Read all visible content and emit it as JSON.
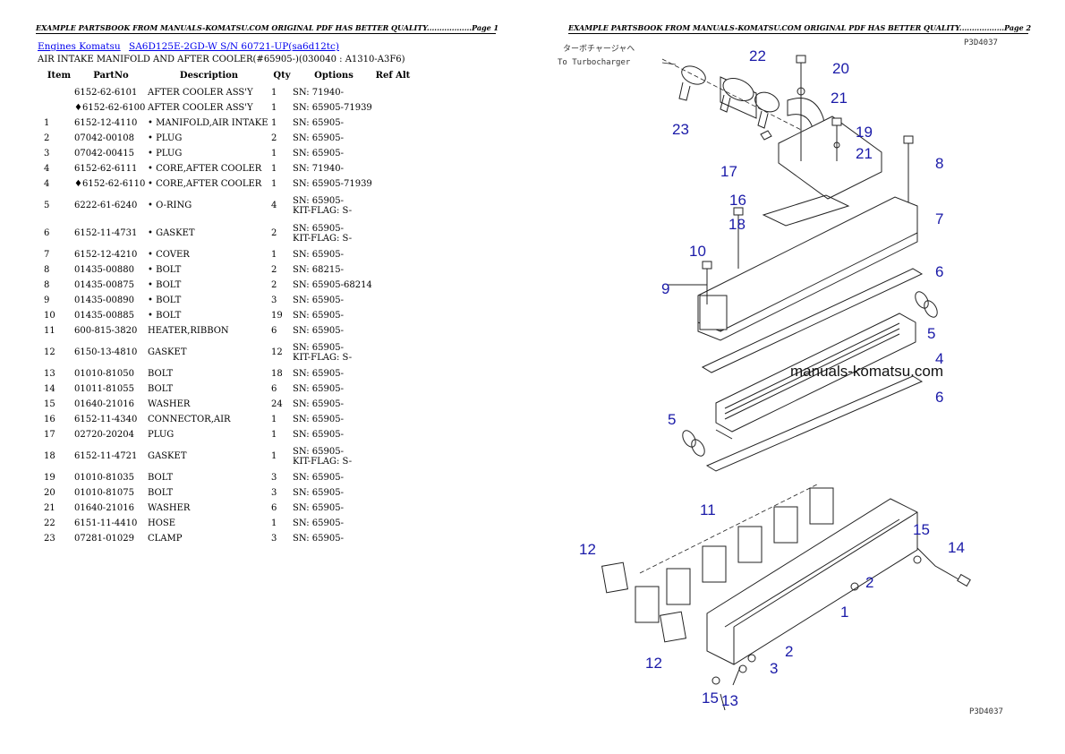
{
  "page1": {
    "header": "EXAMPLE PARTSBOOK FROM MANUALS-KOMATSU.COM ORIGINAL PDF HAS BETTER QUALITY..................Page 1",
    "breadcrumb": [
      "Engines Komatsu",
      "SA6D125E-2GD-W S/N 60721-UP(sa6d12tc)"
    ],
    "subtitle": "AIR INTAKE MANIFOLD AND AFTER COOLER(#65905-)(030040 : A1310-A3F6)",
    "columns": [
      "Item",
      "PartNo",
      "Description",
      "Qty",
      "Options",
      "Ref Alt"
    ],
    "rows": [
      {
        "item": "",
        "part": "6152-62-6101",
        "desc": "AFTER COOLER ASS'Y",
        "qty": "1",
        "opt": "SN: 71940-",
        "opt2": "",
        "ref": ""
      },
      {
        "item": "",
        "part": "♦6152-62-6100",
        "desc": "AFTER COOLER ASS'Y",
        "qty": "1",
        "opt": "SN: 65905-71939",
        "opt2": "",
        "ref": ""
      },
      {
        "item": "1",
        "part": "6152-12-4110",
        "desc": "• MANIFOLD,AIR INTAKE",
        "qty": "1",
        "opt": "SN: 65905-",
        "opt2": "",
        "ref": ""
      },
      {
        "item": "2",
        "part": "07042-00108",
        "desc": "• PLUG",
        "qty": "2",
        "opt": "SN: 65905-",
        "opt2": "",
        "ref": ""
      },
      {
        "item": "3",
        "part": "07042-00415",
        "desc": "• PLUG",
        "qty": "1",
        "opt": "SN: 65905-",
        "opt2": "",
        "ref": ""
      },
      {
        "item": "4",
        "part": "6152-62-6111",
        "desc": "• CORE,AFTER COOLER",
        "qty": "1",
        "opt": "SN: 71940-",
        "opt2": "",
        "ref": ""
      },
      {
        "item": "4",
        "part": "♦6152-62-6110",
        "desc": "• CORE,AFTER COOLER",
        "qty": "1",
        "opt": "SN: 65905-71939",
        "opt2": "",
        "ref": ""
      },
      {
        "item": "5",
        "part": "6222-61-6240",
        "desc": "• O-RING",
        "qty": "4",
        "opt": "SN: 65905-",
        "opt2": "KIT-FLAG: S-",
        "ref": ""
      },
      {
        "item": "6",
        "part": "6152-11-4731",
        "desc": "• GASKET",
        "qty": "2",
        "opt": "SN: 65905-",
        "opt2": "KIT-FLAG: S-",
        "ref": ""
      },
      {
        "item": "7",
        "part": "6152-12-4210",
        "desc": "• COVER",
        "qty": "1",
        "opt": "SN: 65905-",
        "opt2": "",
        "ref": ""
      },
      {
        "item": "8",
        "part": "01435-00880",
        "desc": "• BOLT",
        "qty": "2",
        "opt": "SN: 68215-",
        "opt2": "",
        "ref": ""
      },
      {
        "item": "8",
        "part": "01435-00875",
        "desc": "• BOLT",
        "qty": "2",
        "opt": "SN: 65905-68214",
        "opt2": "",
        "ref": ""
      },
      {
        "item": "9",
        "part": "01435-00890",
        "desc": "• BOLT",
        "qty": "3",
        "opt": "SN: 65905-",
        "opt2": "",
        "ref": ""
      },
      {
        "item": "10",
        "part": "01435-00885",
        "desc": "• BOLT",
        "qty": "19",
        "opt": "SN: 65905-",
        "opt2": "",
        "ref": ""
      },
      {
        "item": "11",
        "part": "600-815-3820",
        "desc": "HEATER,RIBBON",
        "qty": "6",
        "opt": "SN: 65905-",
        "opt2": "",
        "ref": ""
      },
      {
        "item": "12",
        "part": "6150-13-4810",
        "desc": "GASKET",
        "qty": "12",
        "opt": "SN: 65905-",
        "opt2": "KIT-FLAG: S-",
        "ref": ""
      },
      {
        "item": "13",
        "part": "01010-81050",
        "desc": "BOLT",
        "qty": "18",
        "opt": "SN: 65905-",
        "opt2": "",
        "ref": ""
      },
      {
        "item": "14",
        "part": "01011-81055",
        "desc": "BOLT",
        "qty": "6",
        "opt": "SN: 65905-",
        "opt2": "",
        "ref": ""
      },
      {
        "item": "15",
        "part": "01640-21016",
        "desc": "WASHER",
        "qty": "24",
        "opt": "SN: 65905-",
        "opt2": "",
        "ref": ""
      },
      {
        "item": "16",
        "part": "6152-11-4340",
        "desc": "CONNECTOR,AIR",
        "qty": "1",
        "opt": "SN: 65905-",
        "opt2": "",
        "ref": ""
      },
      {
        "item": "17",
        "part": "02720-20204",
        "desc": "PLUG",
        "qty": "1",
        "opt": "SN: 65905-",
        "opt2": "",
        "ref": ""
      },
      {
        "item": "18",
        "part": "6152-11-4721",
        "desc": "GASKET",
        "qty": "1",
        "opt": "SN: 65905-",
        "opt2": "KIT-FLAG: S-",
        "ref": ""
      },
      {
        "item": "19",
        "part": "01010-81035",
        "desc": "BOLT",
        "qty": "3",
        "opt": "SN: 65905-",
        "opt2": "",
        "ref": ""
      },
      {
        "item": "20",
        "part": "01010-81075",
        "desc": "BOLT",
        "qty": "3",
        "opt": "SN: 65905-",
        "opt2": "",
        "ref": ""
      },
      {
        "item": "21",
        "part": "01640-21016",
        "desc": "WASHER",
        "qty": "6",
        "opt": "SN: 65905-",
        "opt2": "",
        "ref": ""
      },
      {
        "item": "22",
        "part": "6151-11-4410",
        "desc": "HOSE",
        "qty": "1",
        "opt": "SN: 65905-",
        "opt2": "",
        "ref": ""
      },
      {
        "item": "23",
        "part": "07281-01029",
        "desc": "CLAMP",
        "qty": "3",
        "opt": "SN: 65905-",
        "opt2": "",
        "ref": ""
      }
    ]
  },
  "page2": {
    "header": "EXAMPLE PARTSBOOK FROM MANUALS-KOMATSU.COM ORIGINAL PDF HAS BETTER QUALITY..................Page 2",
    "figure_code": "P3D4037",
    "figure_code_bottom": "P3D4037",
    "japanese_note": "ターボチャージャヘ",
    "english_note": "To Turbocharger",
    "watermark": "manuals-komatsu.com",
    "callouts": [
      "22",
      "20",
      "21",
      "23",
      "19",
      "17",
      "21",
      "8",
      "16",
      "18",
      "7",
      "10",
      "6",
      "9",
      "5",
      "4",
      "6",
      "5",
      "11",
      "15",
      "14",
      "12",
      "2",
      "1",
      "12",
      "2",
      "3",
      "15",
      "13"
    ]
  }
}
